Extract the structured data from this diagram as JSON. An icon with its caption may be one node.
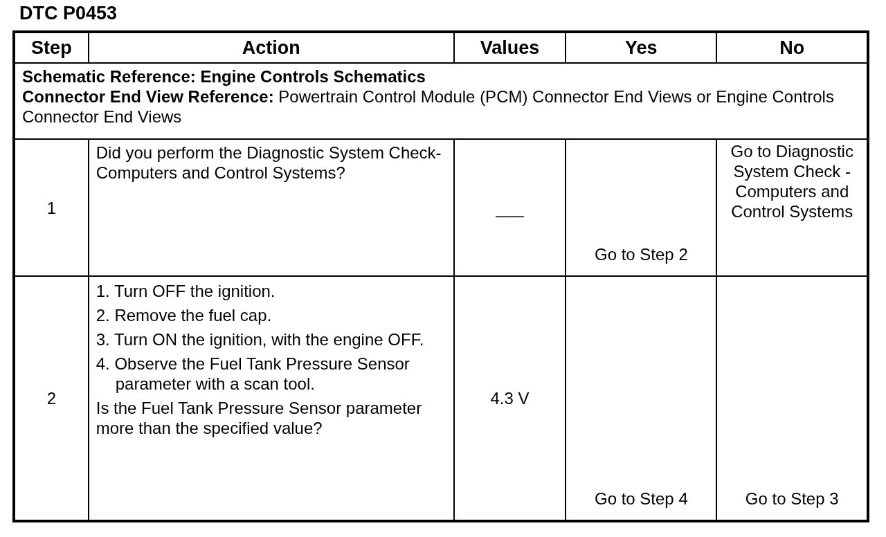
{
  "diagram": {
    "title": "DTC P0453",
    "labels": [
      "Step",
      "Action",
      "Values",
      "Yes",
      "No",
      "**Schematic Reference: Engine Controls Schematics**",
      "**Connector End View Reference:** Powertrain Control Module (PCM) Connector End Views or Engine Controls Connector End Views",
      "1",
      "Did you perform the Diagnostic System Check-Computers and Control Systems?",
      "___",
      "Go to Step 2",
      "Go to Diagnostic System Check - Computers and Control Systems",
      "2",
      "1. Turn OFF the ignition.",
      "2. Remove the fuel cap.",
      "3. Turn ON the ignition, with the engine OFF.",
      "4. Observe the Fuel Tank Pressure Sensor parameter with a scan tool.",
      "Is the Fuel Tank Pressure Sensor parameter more than the specified value?",
      "4.3 V",
      "Go to Step 4",
      "Go to Step 3"
    ]
  }
}
